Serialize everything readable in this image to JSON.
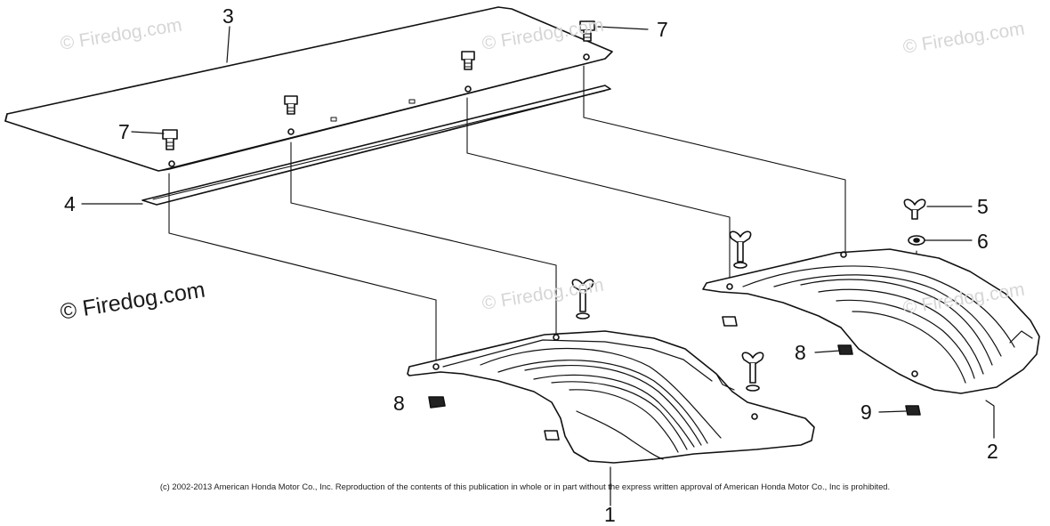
{
  "watermark": {
    "text": "© Firedog.com"
  },
  "callouts": {
    "1": "1",
    "2": "2",
    "3": "3",
    "4": "4",
    "5": "5",
    "6": "6",
    "7": "7",
    "8": "8",
    "9": "9"
  },
  "copyright": "(c) 2002-2013 American Honda Motor Co., Inc. Reproduction of the contents of this publication in whole or in part without the express written approval of American Honda Motor Co., Inc is prohibited.",
  "colors": {
    "line": "#111111",
    "watermark": "#d6d6d6",
    "background": "#ffffff"
  }
}
